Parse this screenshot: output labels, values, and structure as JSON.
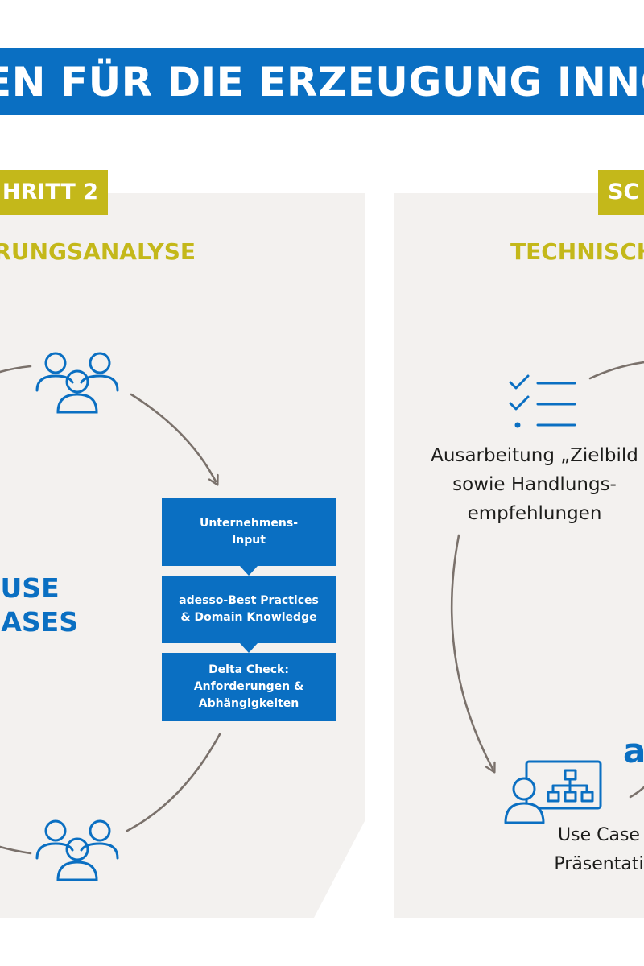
{
  "banner": {
    "title": "EN FÜR DIE ERZEUGUNG INNOVAT"
  },
  "step_left": {
    "tag": "HRITT 2",
    "heading": "RUNGSANALYSE"
  },
  "step_right": {
    "tag": "SC",
    "heading": "TECHNISCH"
  },
  "center_label": {
    "line1": "USE",
    "line2": "CASES"
  },
  "boxes": [
    {
      "line1": "Unternehmens-",
      "line2": "Input",
      "line3": ""
    },
    {
      "line1": "adesso-Best Practices",
      "line2": "& Domain Knowledge",
      "line3": ""
    },
    {
      "line1": "Delta Check:",
      "line2": "Anforderungen &",
      "line3": "Abhängigkeiten"
    }
  ],
  "right_description": {
    "line1": "Ausarbeitung „Zielbild",
    "line2": "sowie Handlungs-",
    "line3": "empfehlungen"
  },
  "bottom_description": {
    "line1": "Use Case",
    "line2": "Präsentati"
  },
  "logo_fragment": "a",
  "icons": [
    "people-group-icon",
    "checklist-icon",
    "presentation-icon"
  ],
  "colors": {
    "brand_blue": "#0a6fc2",
    "accent_olive": "#c4b81a",
    "panel_gray": "#f3f1ef",
    "arrow_gray": "#7a716b",
    "text_dark": "#1d1d1b"
  }
}
